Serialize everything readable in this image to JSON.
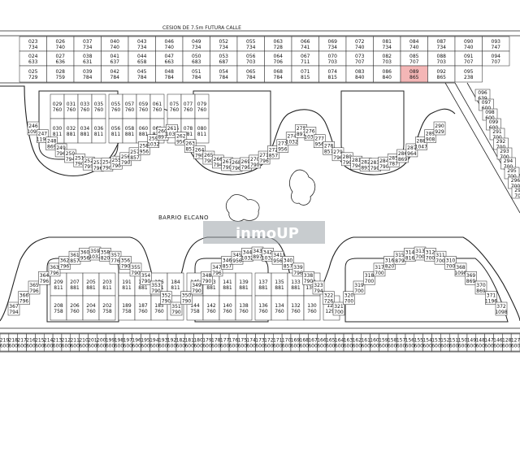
{
  "map": {
    "street_top": "CESION DE 7.5m FUTURA CALLE",
    "barrio": "BARRIO ELCANO",
    "watermark": "inmoUP",
    "highlight_color": "#f4b6b6",
    "line_color": "#222222"
  },
  "top_row_upper": [
    {
      "n": "023",
      "a": "734"
    },
    {
      "n": "026",
      "a": "740"
    },
    {
      "n": "037",
      "a": "734"
    },
    {
      "n": "040",
      "a": "740"
    },
    {
      "n": "043",
      "a": "734"
    },
    {
      "n": "046",
      "a": "740"
    },
    {
      "n": "049",
      "a": "734"
    },
    {
      "n": "052",
      "a": "734"
    },
    {
      "n": "055",
      "a": "734"
    },
    {
      "n": "063",
      "a": "728"
    },
    {
      "n": "066",
      "a": "741"
    },
    {
      "n": "069",
      "a": "734"
    },
    {
      "n": "072",
      "a": "740"
    },
    {
      "n": "081",
      "a": "734"
    },
    {
      "n": "084",
      "a": "740"
    },
    {
      "n": "087",
      "a": "734"
    },
    {
      "n": "090",
      "a": "740"
    },
    {
      "n": "093",
      "a": "747"
    }
  ],
  "top_row_mid": [
    {
      "n": "024",
      "a": "633"
    },
    {
      "n": "027",
      "a": "636"
    },
    {
      "n": "038",
      "a": "631"
    },
    {
      "n": "041",
      "a": "637"
    },
    {
      "n": "044",
      "a": "658"
    },
    {
      "n": "047",
      "a": "663"
    },
    {
      "n": "050",
      "a": "683"
    },
    {
      "n": "053",
      "a": "687"
    },
    {
      "n": "056",
      "a": "703"
    },
    {
      "n": "064",
      "a": "706"
    },
    {
      "n": "067",
      "a": "711"
    },
    {
      "n": "070",
      "a": "703"
    },
    {
      "n": "073",
      "a": "707"
    },
    {
      "n": "082",
      "a": "703"
    },
    {
      "n": "085",
      "a": "707"
    },
    {
      "n": "088",
      "a": "703"
    },
    {
      "n": "091",
      "a": "707"
    },
    {
      "n": "094",
      "a": "707"
    }
  ],
  "top_row_low": [
    {
      "n": "025",
      "a": "729"
    },
    {
      "n": "028",
      "a": "759"
    },
    {
      "n": "039",
      "a": "784"
    },
    {
      "n": "042",
      "a": "784"
    },
    {
      "n": "045",
      "a": "784"
    },
    {
      "n": "048",
      "a": "784"
    },
    {
      "n": "051",
      "a": "784"
    },
    {
      "n": "054",
      "a": "784"
    },
    {
      "n": "065",
      "a": "784"
    },
    {
      "n": "068",
      "a": "784"
    },
    {
      "n": "071",
      "a": "815"
    },
    {
      "n": "074",
      "a": "815"
    },
    {
      "n": "083",
      "a": "840"
    },
    {
      "n": "086",
      "a": "840"
    },
    {
      "n": "089",
      "a": "865"
    },
    {
      "n": "092",
      "a": "865"
    },
    {
      "n": "095",
      "a": "238"
    }
  ],
  "upper_inner": [
    {
      "n": "029",
      "a": "760"
    },
    {
      "n": "031",
      "a": "760"
    },
    {
      "n": "033",
      "a": "760"
    },
    {
      "n": "035",
      "a": "760"
    },
    {
      "n": "055",
      "a": "760"
    },
    {
      "n": "057",
      "a": "760"
    },
    {
      "n": "059",
      "a": "760"
    },
    {
      "n": "061",
      "a": "760"
    },
    {
      "n": "075",
      "a": "760"
    },
    {
      "n": "077",
      "a": "760"
    },
    {
      "n": "079",
      "a": "760"
    }
  ],
  "upper_inner2": [
    {
      "n": "030",
      "a": "811"
    },
    {
      "n": "032",
      "a": "881"
    },
    {
      "n": "034",
      "a": "881"
    },
    {
      "n": "036",
      "a": "811"
    },
    {
      "n": "056",
      "a": "811"
    },
    {
      "n": "058",
      "a": "881"
    },
    {
      "n": "060",
      "a": "881"
    },
    {
      "n": "062",
      "a": "811"
    },
    {
      "n": "076",
      "a": "811"
    },
    {
      "n": "078",
      "a": "881"
    },
    {
      "n": "080",
      "a": "811"
    }
  ],
  "upper_ring": [
    {
      "n": "246",
      "a": "1098"
    },
    {
      "n": "247",
      "a": "1196"
    },
    {
      "n": "248",
      "a": "869"
    },
    {
      "n": "249",
      "a": "796"
    },
    {
      "n": "250",
      "a": "794"
    },
    {
      "n": "251",
      "a": "790"
    },
    {
      "n": "252",
      "a": "795"
    },
    {
      "n": "253",
      "a": "796"
    },
    {
      "n": "254",
      "a": "790"
    },
    {
      "n": "255",
      "a": "790"
    },
    {
      "n": "256",
      "a": "790"
    },
    {
      "n": "257",
      "a": "857"
    },
    {
      "n": "258",
      "a": "956"
    },
    {
      "n": "259",
      "a": "1032"
    },
    {
      "n": "260",
      "a": "897"
    },
    {
      "n": "261",
      "a": "1032"
    },
    {
      "n": "262",
      "a": "956"
    },
    {
      "n": "263",
      "a": "857"
    },
    {
      "n": "264",
      "a": "790"
    },
    {
      "n": "265",
      "a": "790"
    },
    {
      "n": "266",
      "a": "794"
    },
    {
      "n": "267",
      "a": "790"
    },
    {
      "n": "268",
      "a": "796"
    },
    {
      "n": "269",
      "a": "790"
    },
    {
      "n": "270",
      "a": "790"
    },
    {
      "n": "271",
      "a": "796"
    },
    {
      "n": "272",
      "a": "857"
    },
    {
      "n": "273",
      "a": "956"
    },
    {
      "n": "274",
      "a": "1032"
    },
    {
      "n": "275",
      "a": "897"
    },
    {
      "n": "276",
      "a": "1032"
    },
    {
      "n": "277",
      "a": "956"
    },
    {
      "n": "278",
      "a": "857"
    },
    {
      "n": "279",
      "a": "796"
    },
    {
      "n": "280",
      "a": "790"
    },
    {
      "n": "281",
      "a": "794"
    },
    {
      "n": "282",
      "a": "893"
    },
    {
      "n": "283",
      "a": "790"
    },
    {
      "n": "284",
      "a": "790"
    },
    {
      "n": "285",
      "a": "787"
    },
    {
      "n": "286",
      "a": "869"
    },
    {
      "n": "287",
      "a": "964"
    },
    {
      "n": "288",
      "a": "1047"
    },
    {
      "n": "289",
      "a": "908"
    },
    {
      "n": "290",
      "a": "929"
    }
  ],
  "right_diag": [
    {
      "n": "096",
      "a": "639"
    },
    {
      "n": "097",
      "a": "600"
    },
    {
      "n": "098",
      "a": "600"
    },
    {
      "n": "099",
      "a": "600"
    },
    {
      "n": "291",
      "a": "700"
    },
    {
      "n": "292",
      "a": "700"
    },
    {
      "n": "293",
      "a": "700"
    },
    {
      "n": "294",
      "a": "700"
    },
    {
      "n": "295",
      "a": "700"
    },
    {
      "n": "296",
      "a": "700"
    },
    {
      "n": "297",
      "a": "700"
    }
  ],
  "lower_ring": [
    {
      "n": "367",
      "a": "794"
    },
    {
      "n": "366",
      "a": "796"
    },
    {
      "n": "365",
      "a": "796"
    },
    {
      "n": "364",
      "a": "796"
    },
    {
      "n": "363",
      "a": "796"
    },
    {
      "n": "362",
      "a": "796"
    },
    {
      "n": "361",
      "a": "857"
    },
    {
      "n": "360",
      "a": "956"
    },
    {
      "n": "359",
      "a": "1032"
    },
    {
      "n": "358",
      "a": "820"
    },
    {
      "n": "357",
      "a": "776"
    },
    {
      "n": "356",
      "a": "790"
    },
    {
      "n": "355",
      "a": "790"
    },
    {
      "n": "354",
      "a": "790"
    },
    {
      "n": "353",
      "a": "790"
    },
    {
      "n": "352",
      "a": "790"
    },
    {
      "n": "351",
      "a": "790"
    },
    {
      "n": "350",
      "a": "790"
    },
    {
      "n": "349",
      "a": "790"
    },
    {
      "n": "348",
      "a": "790"
    },
    {
      "n": "347",
      "a": "796"
    },
    {
      "n": "346",
      "a": "857"
    },
    {
      "n": "345",
      "a": "956"
    },
    {
      "n": "344",
      "a": "1032"
    },
    {
      "n": "343",
      "a": "897"
    },
    {
      "n": "342",
      "a": "1032"
    },
    {
      "n": "341",
      "a": "956"
    },
    {
      "n": "340",
      "a": "857"
    },
    {
      "n": "339",
      "a": "796"
    },
    {
      "n": "338",
      "a": "790"
    },
    {
      "n": "323",
      "a": "794"
    },
    {
      "n": "322",
      "a": "726"
    },
    {
      "n": "321",
      "a": "700"
    },
    {
      "n": "320",
      "a": "700"
    },
    {
      "n": "319",
      "a": "700"
    },
    {
      "n": "318",
      "a": "700"
    },
    {
      "n": "317",
      "a": "700"
    },
    {
      "n": "316",
      "a": "820"
    },
    {
      "n": "315",
      "a": "879"
    },
    {
      "n": "314",
      "a": "816"
    },
    {
      "n": "313",
      "a": "700"
    },
    {
      "n": "312",
      "a": "700"
    },
    {
      "n": "311",
      "a": "700"
    },
    {
      "n": "310",
      "a": "700"
    },
    {
      "n": "368",
      "a": "1098"
    },
    {
      "n": "369",
      "a": "869"
    },
    {
      "n": "370",
      "a": "869"
    },
    {
      "n": "371",
      "a": "1196"
    },
    {
      "n": "372",
      "a": "1098"
    }
  ],
  "lower_inner_top": [
    {
      "n": "209",
      "a": "811"
    },
    {
      "n": "207",
      "a": "881"
    },
    {
      "n": "205",
      "a": "881"
    },
    {
      "n": "203",
      "a": "811"
    },
    {
      "n": "191",
      "a": "811"
    },
    {
      "n": "188",
      "a": "881"
    },
    {
      "n": "186",
      "a": "881"
    },
    {
      "n": "184",
      "a": "811"
    },
    {
      "n": "145",
      "a": "881"
    },
    {
      "n": "143",
      "a": "881"
    },
    {
      "n": "141",
      "a": "881"
    },
    {
      "n": "139",
      "a": "881"
    },
    {
      "n": "137",
      "a": "881"
    },
    {
      "n": "135",
      "a": "881"
    },
    {
      "n": "133",
      "a": "881"
    },
    {
      "n": "131",
      "a": "1393"
    }
  ],
  "lower_inner_bot": [
    {
      "n": "208",
      "a": "758"
    },
    {
      "n": "206",
      "a": "760"
    },
    {
      "n": "204",
      "a": "760"
    },
    {
      "n": "202",
      "a": "758"
    },
    {
      "n": "189",
      "a": "758"
    },
    {
      "n": "187",
      "a": "760"
    },
    {
      "n": "185",
      "a": "760"
    },
    {
      "n": "183",
      "a": "758"
    },
    {
      "n": "144",
      "a": "758"
    },
    {
      "n": "142",
      "a": "760"
    },
    {
      "n": "140",
      "a": "760"
    },
    {
      "n": "138",
      "a": "760"
    },
    {
      "n": "136",
      "a": "760"
    },
    {
      "n": "134",
      "a": "760"
    },
    {
      "n": "132",
      "a": "760"
    },
    {
      "n": "130",
      "a": "760"
    },
    {
      "n": "129",
      "a": "1298"
    }
  ],
  "bottom_row": [
    {
      "n": "219",
      "a": "600"
    },
    {
      "n": "218",
      "a": "600"
    },
    {
      "n": "217",
      "a": "600"
    },
    {
      "n": "216",
      "a": "600"
    },
    {
      "n": "215",
      "a": "600"
    },
    {
      "n": "214",
      "a": "600"
    },
    {
      "n": "213",
      "a": "600"
    },
    {
      "n": "212",
      "a": "600"
    },
    {
      "n": "211",
      "a": "600"
    },
    {
      "n": "210",
      "a": "600"
    },
    {
      "n": "201",
      "a": "600"
    },
    {
      "n": "200",
      "a": "600"
    },
    {
      "n": "199",
      "a": "600"
    },
    {
      "n": "198",
      "a": "600"
    },
    {
      "n": "197",
      "a": "600"
    },
    {
      "n": "196",
      "a": "600"
    },
    {
      "n": "195",
      "a": "600"
    },
    {
      "n": "194",
      "a": "600"
    },
    {
      "n": "193",
      "a": "600"
    },
    {
      "n": "192",
      "a": "600"
    },
    {
      "n": "182",
      "a": "600"
    },
    {
      "n": "181",
      "a": "600"
    },
    {
      "n": "180",
      "a": "600"
    },
    {
      "n": "179",
      "a": "600"
    },
    {
      "n": "178",
      "a": "600"
    },
    {
      "n": "177",
      "a": "600"
    },
    {
      "n": "176",
      "a": "600"
    },
    {
      "n": "175",
      "a": "600"
    },
    {
      "n": "174",
      "a": "600"
    },
    {
      "n": "173",
      "a": "600"
    },
    {
      "n": "172",
      "a": "600"
    },
    {
      "n": "171",
      "a": "600"
    },
    {
      "n": "170",
      "a": "600"
    },
    {
      "n": "169",
      "a": "600"
    },
    {
      "n": "168",
      "a": "600"
    },
    {
      "n": "167",
      "a": "600"
    },
    {
      "n": "166",
      "a": "600"
    },
    {
      "n": "165",
      "a": "600"
    },
    {
      "n": "164",
      "a": "600"
    },
    {
      "n": "163",
      "a": "600"
    },
    {
      "n": "162",
      "a": "600"
    },
    {
      "n": "161",
      "a": "600"
    },
    {
      "n": "160",
      "a": "600"
    },
    {
      "n": "159",
      "a": "600"
    },
    {
      "n": "158",
      "a": "600"
    },
    {
      "n": "157",
      "a": "600"
    },
    {
      "n": "156",
      "a": "600"
    },
    {
      "n": "155",
      "a": "600"
    },
    {
      "n": "154",
      "a": "600"
    },
    {
      "n": "153",
      "a": "600"
    },
    {
      "n": "152",
      "a": "600"
    },
    {
      "n": "151",
      "a": "600"
    },
    {
      "n": "150",
      "a": "600"
    },
    {
      "n": "149",
      "a": "600"
    },
    {
      "n": "148",
      "a": "600"
    },
    {
      "n": "147",
      "a": "600"
    },
    {
      "n": "146",
      "a": "600"
    },
    {
      "n": "128",
      "a": "600"
    },
    {
      "n": "127",
      "a": "600"
    }
  ],
  "highlighted_lot": "089"
}
